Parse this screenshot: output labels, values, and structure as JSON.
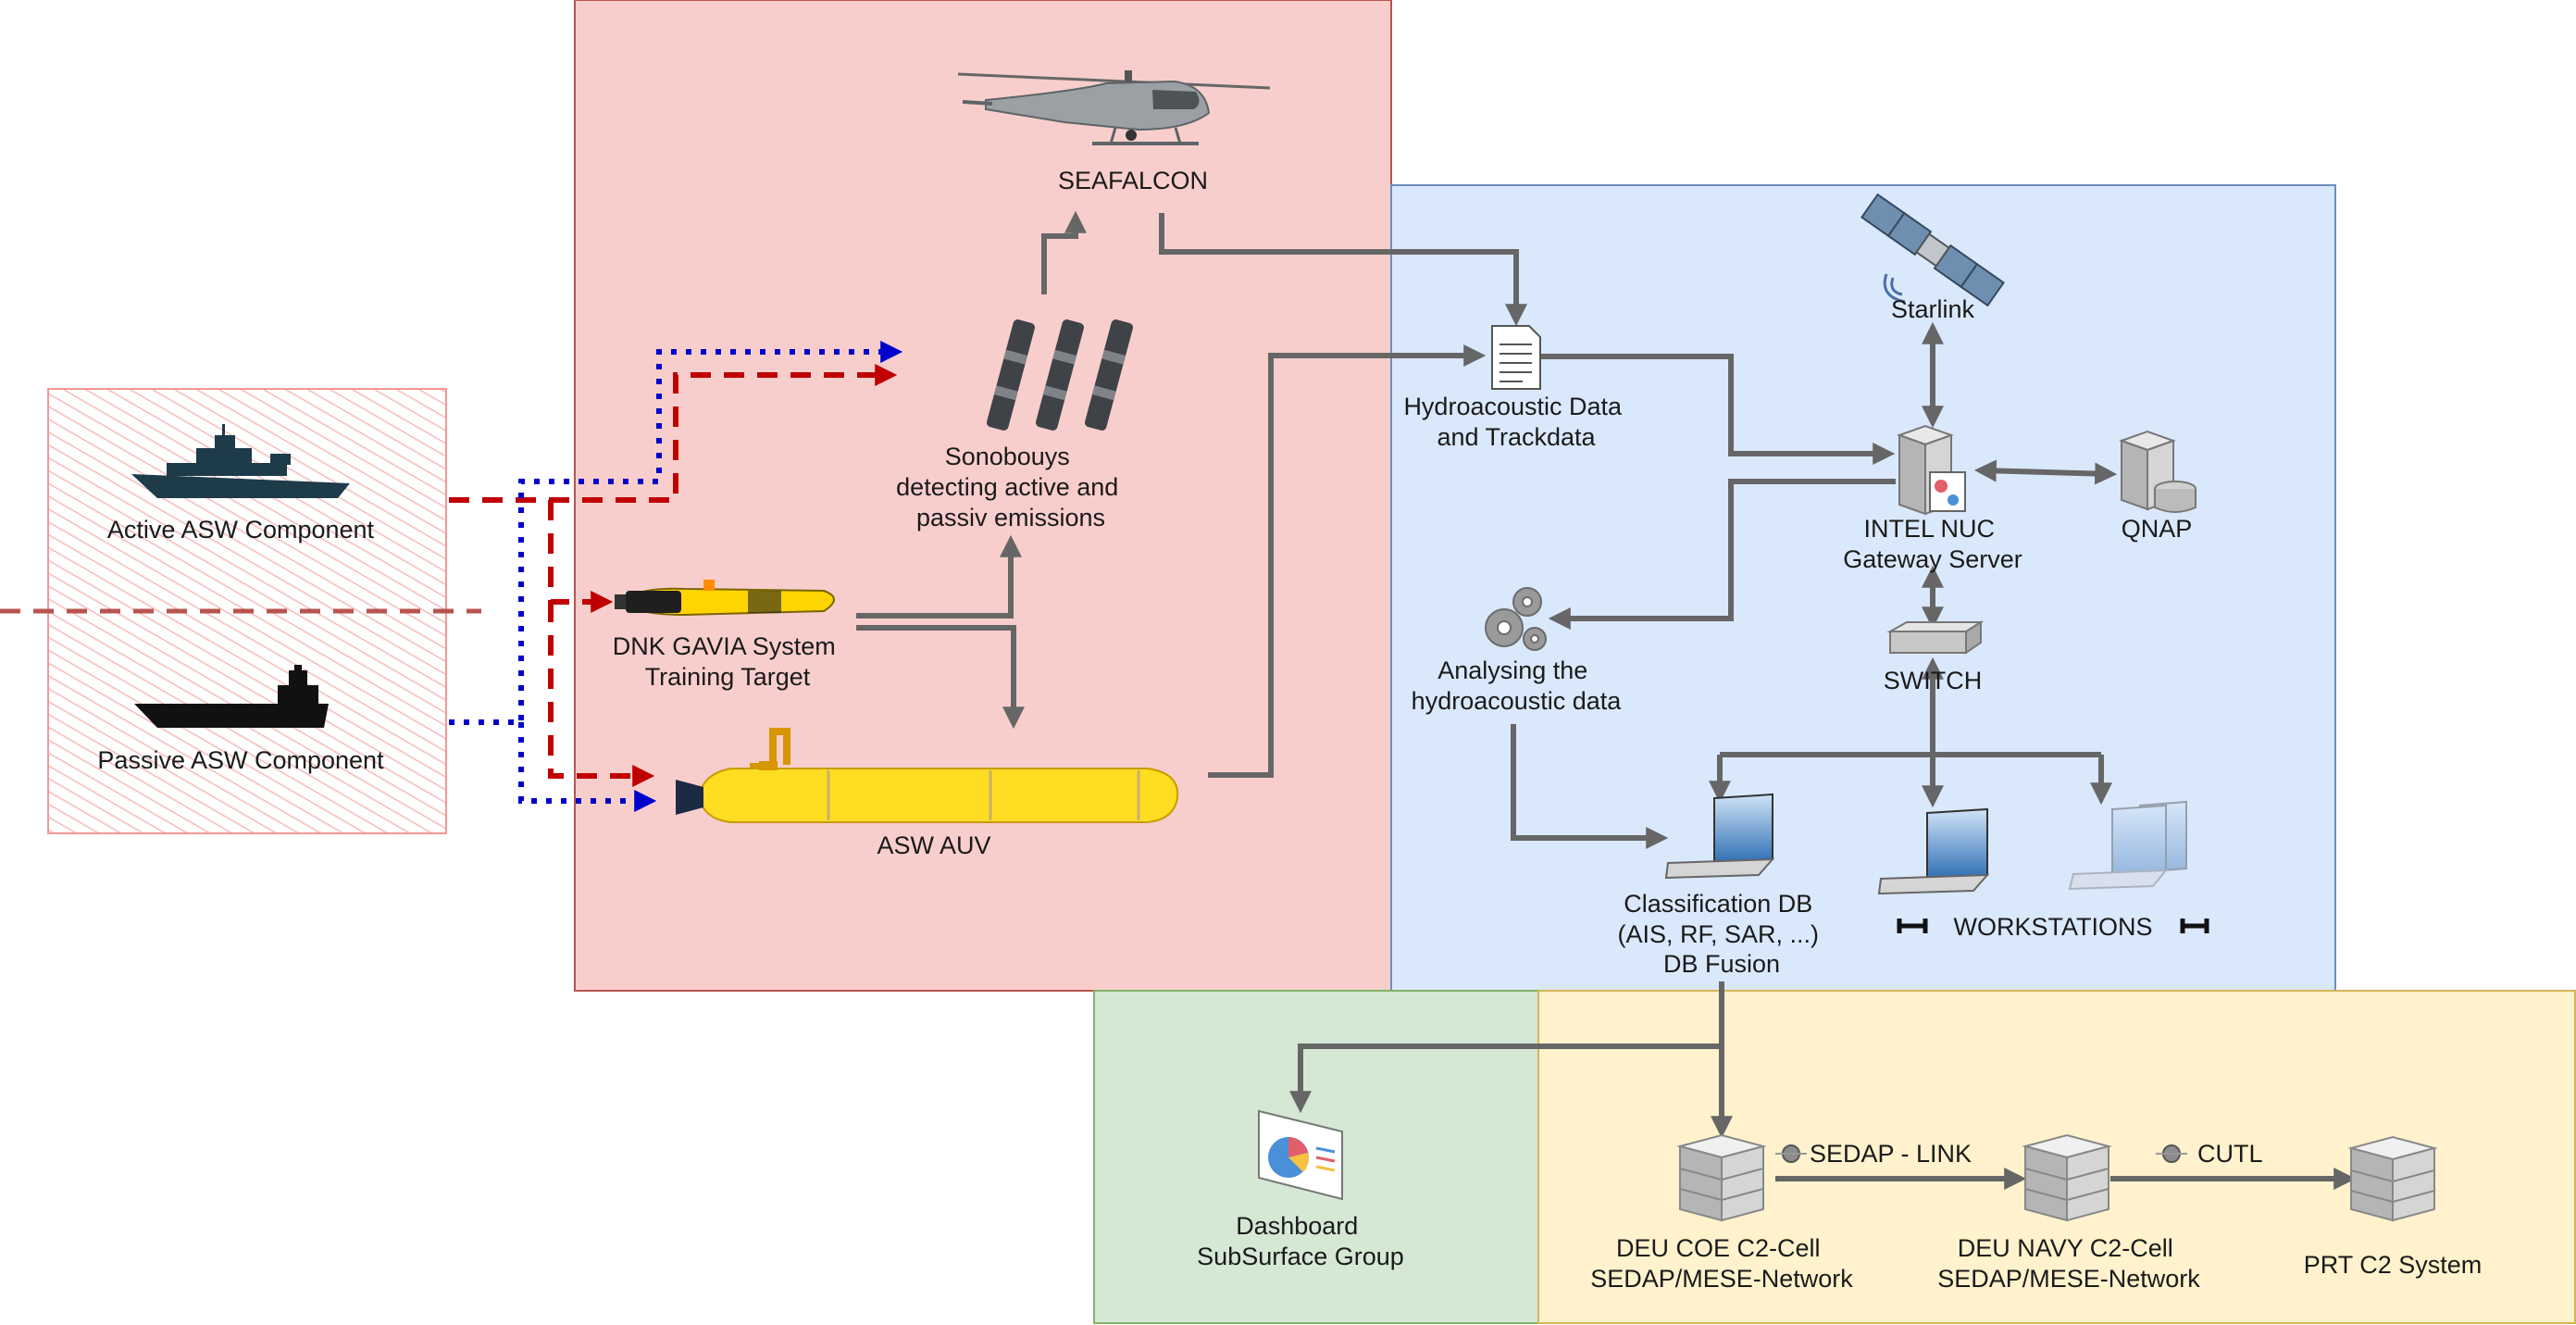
{
  "labels": {
    "active_asw": "Active ASW Component",
    "passive_asw": "Passive ASW Component",
    "seafalcon": "SEAFALCON",
    "sonobuoys": [
      "Sonobouys",
      "detecting active and",
      "passiv emissions"
    ],
    "gavia": [
      "DNK GAVIA System",
      "Training Target"
    ],
    "asw_auv": "ASW AUV",
    "hydro_data": [
      "Hydroacoustic Data",
      "and Trackdata"
    ],
    "starlink": "Starlink",
    "gateway": [
      "INTEL NUC",
      "Gateway Server"
    ],
    "qnap": "QNAP",
    "switch": "SWITCH",
    "analysing": [
      "Analysing the",
      "hydroacoustic data"
    ],
    "classification": [
      "Classification DB",
      "(AIS, RF, SAR, ...)",
      "DB Fusion"
    ],
    "workstations": "WORKSTATIONS",
    "dashboard": [
      "Dashboard",
      "SubSurface Group"
    ],
    "deu_coe": [
      "DEU COE C2-Cell",
      "SEDAP/MESE-Network"
    ],
    "deu_navy": [
      "DEU NAVY C2-Cell",
      "SEDAP/MESE-Network"
    ],
    "prt": "PRT C2 System",
    "sedap_link": "SEDAP - LINK",
    "cutl": "CUTL"
  },
  "colors": {
    "red_zone": "#f8cecc",
    "red_zone_border": "#b85450",
    "blue_zone": "#dae8fc",
    "blue_zone_border": "#6c8ebf",
    "green_zone": "#d5e8d4",
    "green_zone_border": "#82b366",
    "yellow_zone": "#fff2cc",
    "yellow_zone_border": "#d6b656",
    "connector": "#666666",
    "active_link": "#c00000",
    "passive_link": "#0000cc"
  }
}
